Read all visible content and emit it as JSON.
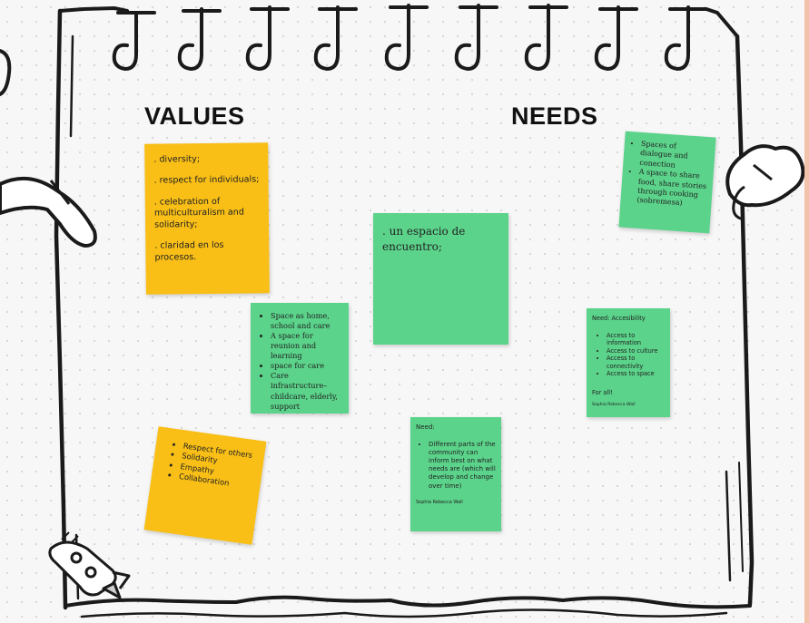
{
  "headings": {
    "values": "VALUES",
    "needs": "NEEDS"
  },
  "notes": {
    "values_list": {
      "lines": [
        ". diversity;",
        ". respect for individuals;",
        ". celebration of multiculturalism and solidarity;",
        ". claridad en los procesos."
      ]
    },
    "space_home": {
      "items": [
        "Space as home, school and care",
        "A space for reunion and learning",
        "space for care",
        "Care infrastructure– childcare, elderly, support"
      ]
    },
    "respect": {
      "items": [
        "Respect for others",
        "Solidarity",
        "Empathy",
        "Collaboration"
      ]
    },
    "espacio": {
      "text": ". un espacio de encuentro;"
    },
    "need_parts": {
      "title": "Need:",
      "items": [
        "Different parts of the community can inform best on what needs are (which will develop and change over time)"
      ],
      "author": "Sophia Rebecca Wall"
    },
    "dialogue": {
      "items": [
        "Spaces of dialogue and conection",
        "A space to share food, share stories through cooking (sobremesa)"
      ]
    },
    "accessibility": {
      "title": "Need: Accesibility",
      "items": [
        "Access to information",
        "Access to culture",
        "Access to connectivity",
        "Access to space"
      ],
      "footer": "For all!",
      "author": "Sophia Rebecca Wall"
    }
  },
  "colors": {
    "yellow_note": "#f9bf17",
    "green_note": "#5bd38a",
    "frame_ink": "#1a1a1a",
    "background": "#f7f7f7"
  },
  "decorations": [
    "notebook-frame",
    "spiral-rings",
    "rocket-icon",
    "clip-right-icon",
    "clip-left-icon"
  ]
}
